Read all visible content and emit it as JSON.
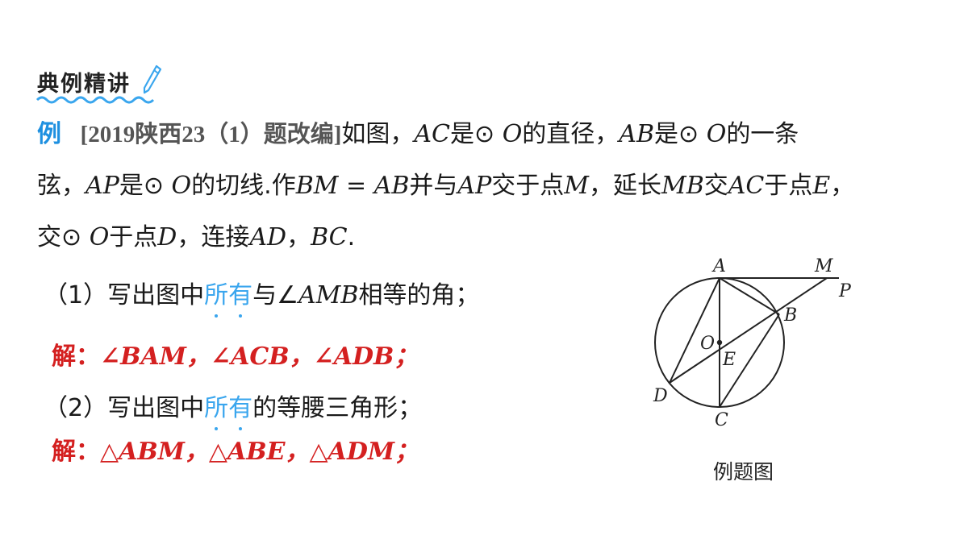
{
  "header": {
    "title": "典例精讲"
  },
  "problem": {
    "label": "例",
    "source": "[2019陕西23（1）题改编]",
    "line1": {
      "a": "如图，",
      "b": "AC",
      "c": "是⊙ ",
      "d": "O",
      "e": "的直径，",
      "f": "AB",
      "g": "是⊙ ",
      "h": "O",
      "i": "的一条"
    },
    "line2": {
      "a": "弦，",
      "b": "AP",
      "c": "是⊙ ",
      "d": "O",
      "e": "的切线.作",
      "f": "BM",
      "g": " = ",
      "h": "AB",
      "i": "并与",
      "j": "AP",
      "k": "交于点",
      "l": "M",
      "m": "，延长",
      "n": "MB",
      "o": "交",
      "p": "AC",
      "q": "于点",
      "r": "E",
      "s": "，"
    },
    "line3": {
      "a": "交⊙ ",
      "b": "O",
      "c": "于点",
      "d": "D",
      "e": "，连接",
      "f": "AD",
      "g": "，",
      "h": "BC",
      "i": "."
    }
  },
  "q1": {
    "prefix": "（1）写出图中",
    "emph": "所有",
    "mid": "与∠",
    "math": "AMB",
    "suffix": "相等的角；"
  },
  "a1": {
    "label": "解：",
    "text": "∠BAM，∠ACB，∠ADB；"
  },
  "q2": {
    "prefix": "（2）写出图中",
    "emph": "所有",
    "suffix": "的等腰三角形；"
  },
  "a2": {
    "label": "解：",
    "text": "△ABM，△ABE，△ADM；"
  },
  "figure": {
    "caption": "例题图",
    "labels": {
      "A": "A",
      "M": "M",
      "P": "P",
      "B": "B",
      "O": "O",
      "E": "E",
      "D": "D",
      "C": "C"
    }
  }
}
